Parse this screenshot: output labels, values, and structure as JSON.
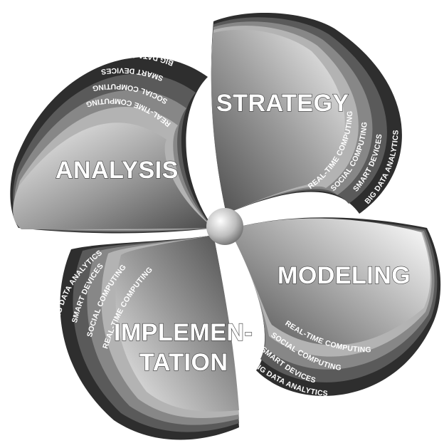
{
  "petals": [
    {
      "id": "analysis",
      "label": "ANALYSIS"
    },
    {
      "id": "strategy",
      "label": "STRATEGY"
    },
    {
      "id": "modeling",
      "label": "MODELING"
    },
    {
      "id": "implementation",
      "label_line1": "IMPLEMEN-",
      "label_line2": "TATION"
    }
  ],
  "bands": [
    "REAL-TIME COMPUTING",
    "SOCIAL COMPUTING",
    "SMART DEVICES",
    "BIG DATA ANALYTICS"
  ],
  "colors": {
    "band_outer": "#2e2e2e",
    "band_2": "#5a5a5a",
    "band_3": "#878787",
    "band_inner": "#b3b3b3",
    "hub": "#d8d8d8"
  }
}
